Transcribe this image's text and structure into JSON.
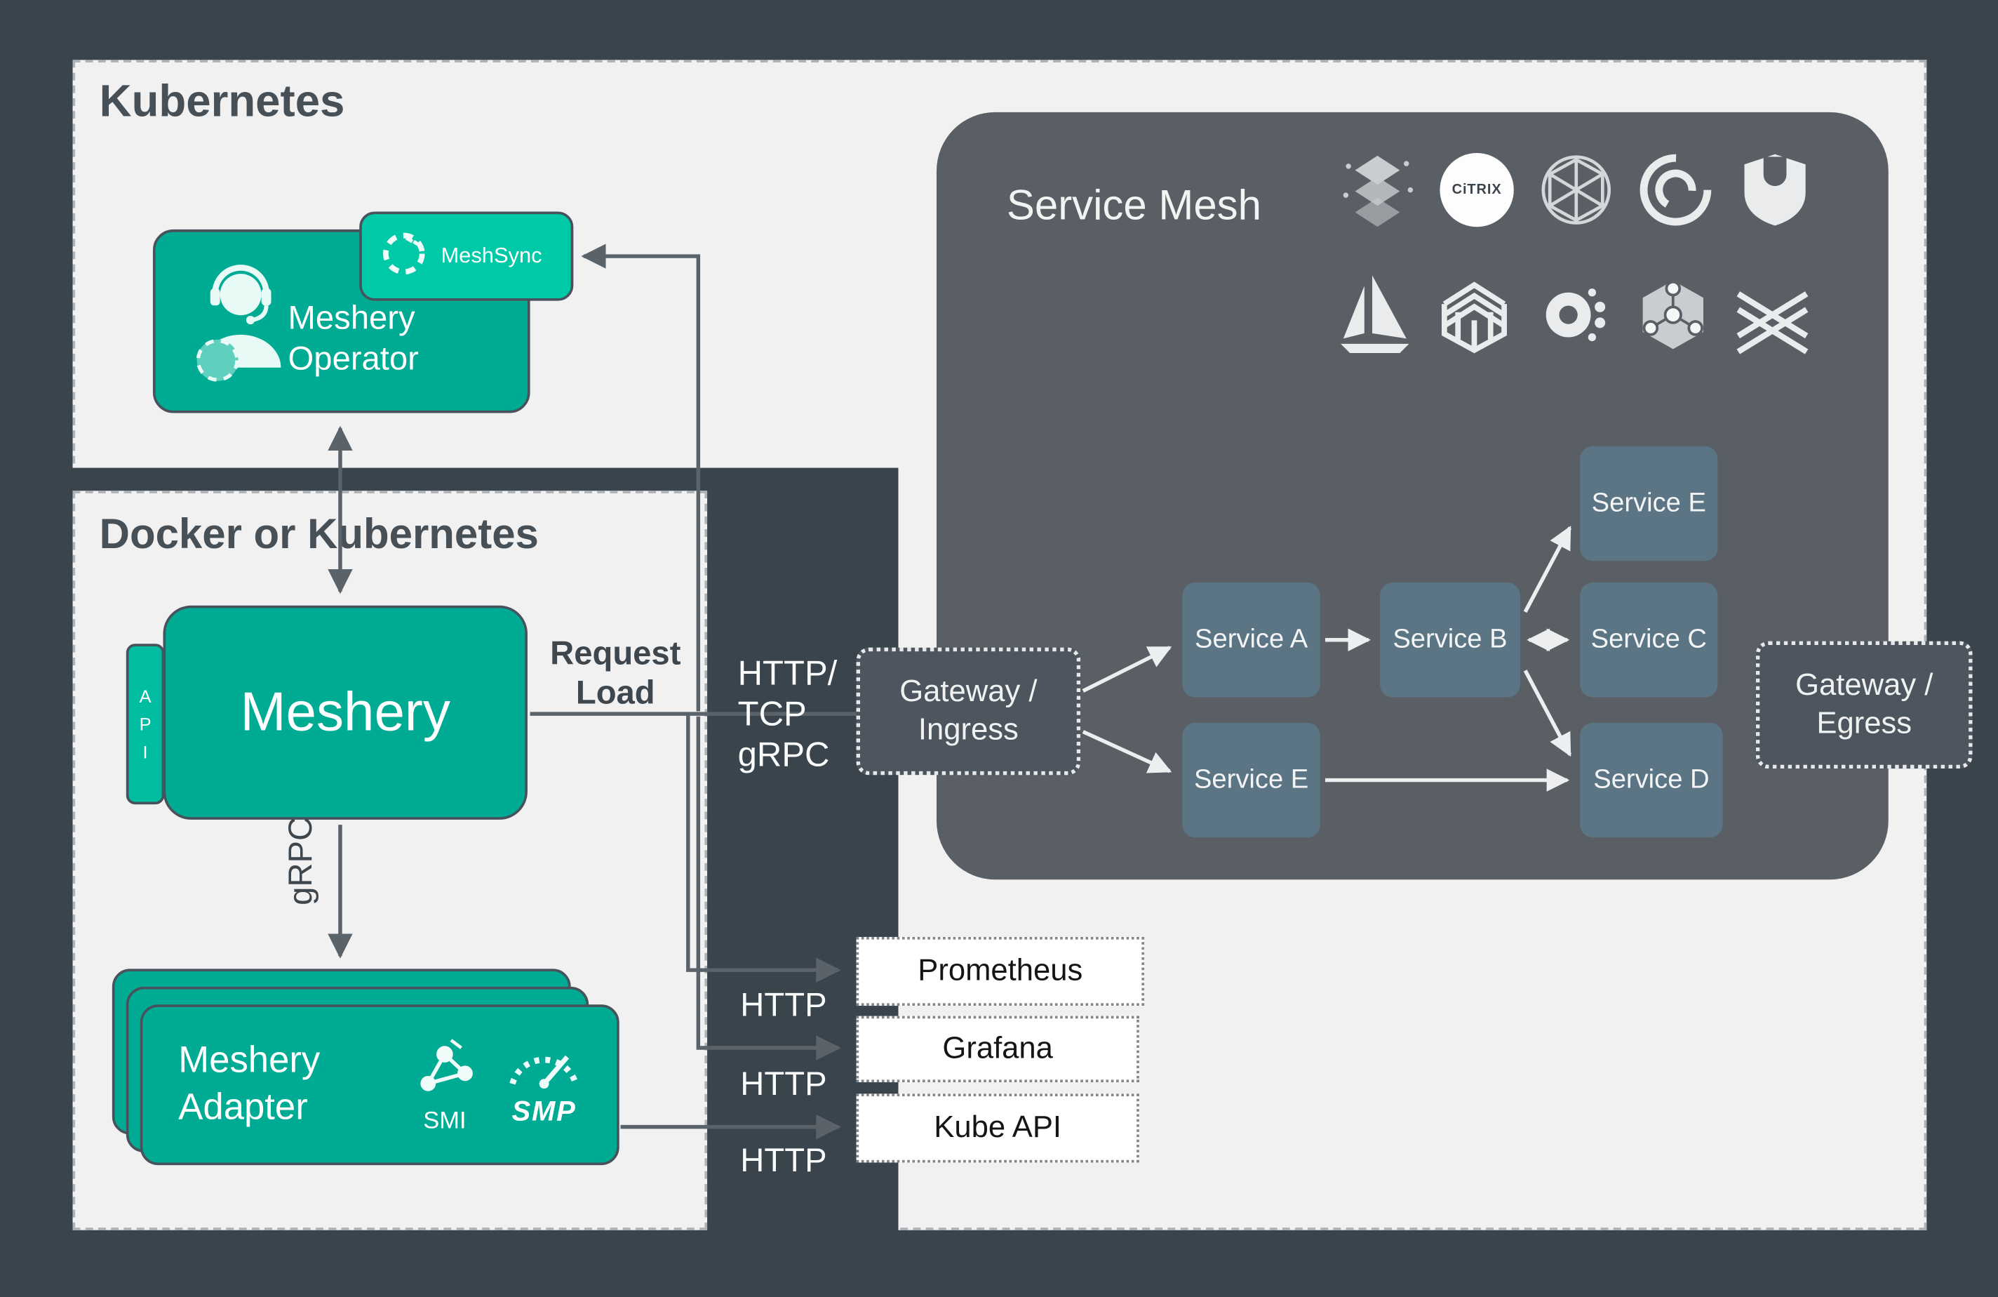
{
  "colors": {
    "background": "#3A444D",
    "panel": "#F1F1F1",
    "teal": "#00AB94",
    "teal_bright": "#00C9A7",
    "mesh_box": "#595F64",
    "service_node": "#5C7584",
    "gateway_fill": "#4D565E",
    "arrow_gray": "#5A626A",
    "arrow_white": "#ECEEEF"
  },
  "panels": {
    "kubernetes_title": "Kubernetes",
    "docker_title": "Docker or Kubernetes"
  },
  "operator": {
    "label_line1": "Meshery",
    "label_line2": "Operator"
  },
  "meshsync": {
    "label": "MeshSync"
  },
  "meshery": {
    "label": "Meshery",
    "api": {
      "l1": "A",
      "l2": "P",
      "l3": "I"
    }
  },
  "adapter": {
    "label_line1": "Meshery",
    "label_line2": "Adapter",
    "smi": "SMI",
    "smp": "SMP"
  },
  "edges": {
    "request_line1": "Request",
    "request_line2": "Load",
    "grpc": "gRPC",
    "protocol_line1": "HTTP/",
    "protocol_line2": "TCP",
    "protocol_line3": "gRPC",
    "http_prometheus": "HTTP",
    "http_grafana": "HTTP",
    "http_kubeapi": "HTTP"
  },
  "monitoring": {
    "prometheus": "Prometheus",
    "grafana": "Grafana",
    "kube_api": "Kube API"
  },
  "mesh": {
    "title": "Service Mesh",
    "citrix_text": "CiTRIX",
    "gateway_ingress_line1": "Gateway /",
    "gateway_ingress_line2": "Ingress",
    "gateway_egress_line1": "Gateway /",
    "gateway_egress_line2": "Egress",
    "services": {
      "a": "Service A",
      "b": "Service B",
      "c": "Service C",
      "d": "Service D",
      "e_top": "Service E",
      "e_left": "Service E"
    }
  }
}
